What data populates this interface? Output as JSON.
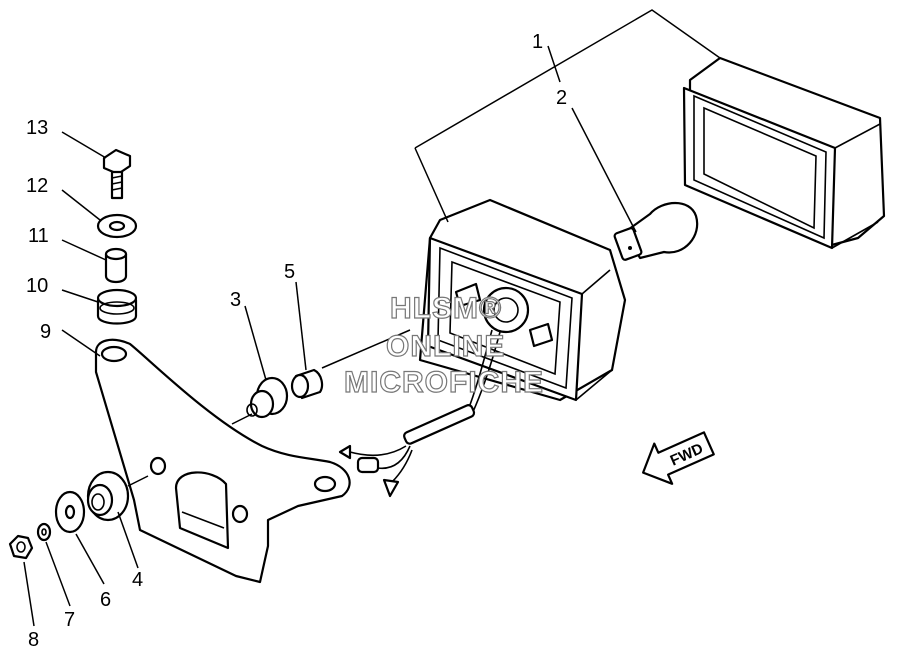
{
  "callouts": [
    "1",
    "2",
    "3",
    "4",
    "5",
    "6",
    "7",
    "8",
    "9",
    "10",
    "11",
    "12",
    "13"
  ],
  "watermark": {
    "line1": "HLSM®",
    "line2": "ONLINE",
    "line3": "MICROFICHE"
  },
  "direction_label": "FWD"
}
